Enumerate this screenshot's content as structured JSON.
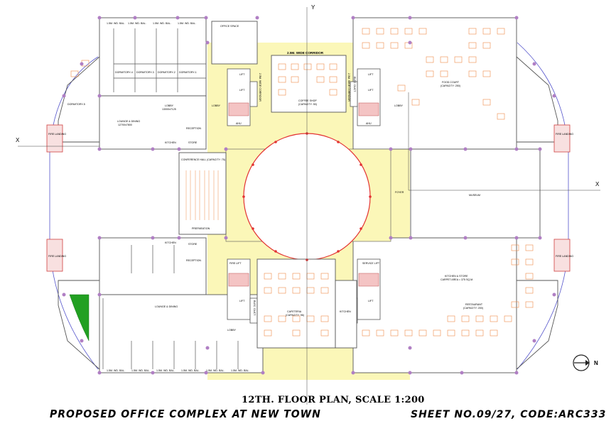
{
  "titles": {
    "floor_plan": "12TH. FLOOR PLAN, SCALE 1:200",
    "project": "PROPOSED OFFICE COMPLEX AT NEW TOWN",
    "sheet": "SHEET NO.09/27, CODE:ARC333"
  },
  "axes": {
    "x_left": "X",
    "x_right": "X",
    "y_top": "Y",
    "north": "N"
  },
  "rooms": {
    "corridor_top": "2.5M. WIDE CORRIDOR",
    "corridor_left_v": "2.5M. WIDE CORRIDOR",
    "corridor_right_v": "2.5M. WIDE CORRIDOR",
    "office_space": "OFFICE SPACE",
    "coffee_shop": "COFFEE SHOP",
    "coffee_cap": "(CAPACITY: 50)",
    "dorm4": "DORMITORY-4",
    "dorm3": "DORMITORY-3",
    "dorm2": "DORMITORY-2",
    "dorm1": "DORMITORY-1",
    "dorm5": "DORMITORY-5",
    "lobby_nw": "LOBBY",
    "lobby_nw_dim": "13000x7125",
    "lounge_nw": "LOUNGE & DINING",
    "lounge_nw_dim": "12700x7800",
    "reception_nw": "RECEPTION",
    "kitchen_nw": "KITCHEN",
    "store_nw": "STORE",
    "lobby_c1": "LOBBY",
    "lobby_c2": "LOBBY",
    "ahu1": "AHU",
    "ahu2": "AHU",
    "lift": "LIFT",
    "elec_duct": "ELEC. DUCT",
    "food_court": "FOOD COURT",
    "food_court_cap": "(CAPACITY: 250)",
    "conference": "CONFERENCE HALL (CAPACITY: 75)",
    "preparation": "PREPARATION",
    "foyer": "FOYER",
    "museum": "MUSEUM",
    "kitchen_sw": "KITCHEN",
    "store_sw": "STORE",
    "reception_sw": "RECEPTION",
    "lounge_sw": "LOUNGE & DINING",
    "lobby_sw": "LOBBY",
    "fire_lift": "FIRE LIFT",
    "service_lift": "SERVICE LIFT",
    "cafeteria": "CAFETERIA",
    "cafeteria_cap": "(CAPACITY: 96)",
    "kitchen_c": "KITCHEN",
    "kitchen_store_se": "KITCHEN & STORE",
    "carpet_area": "CARPET AREA = 375 SQ.M.",
    "restaurant": "RESTAURANT",
    "restaurant_cap": "(CAPACITY: 200)",
    "fire_landing": "FIRE LANDING",
    "toilet_bal": "1.5M. WD. BAL."
  },
  "colors": {
    "corridor": "#fbf7b8",
    "walls": "#555555",
    "furniture": "#ee8a48",
    "column": "#b07fc4",
    "circle": "#e33333",
    "outline": "#5555cc",
    "green": "#22a022",
    "red_wall": "#d04040"
  }
}
